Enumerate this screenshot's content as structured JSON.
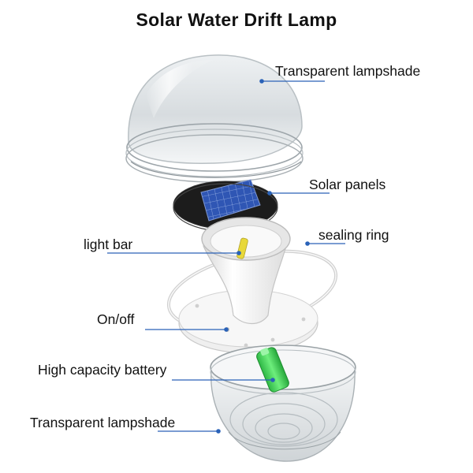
{
  "title": "Solar Water Drift Lamp",
  "labels": {
    "top_shade": "Transparent lampshade",
    "solar_panels": "Solar panels",
    "sealing_ring": "sealing ring",
    "light_bar": "light bar",
    "on_off": "On/off",
    "battery": "High capacity battery",
    "bottom_shade": "Transparent lampshade"
  },
  "colors": {
    "leader_line": "#2a62b8",
    "light_bar": "#e8d83a",
    "battery": "#3fd95a",
    "solar_panel": "#2f56b4",
    "body_white": "#f2f2f2"
  }
}
